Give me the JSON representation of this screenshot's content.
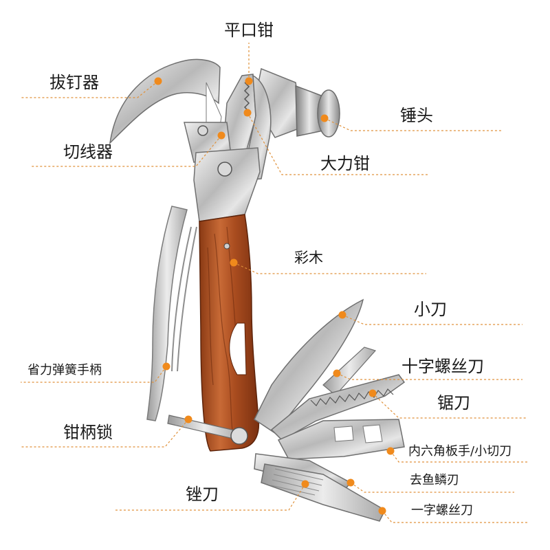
{
  "accent_color": "#f08a1c",
  "leader_color": "#e0913a",
  "labels": {
    "pingkouqian": "平口钳",
    "badingqi": "拔钉器",
    "chuitou": "锤头",
    "qiexianqi": "切线器",
    "dalIqian": "大力钳",
    "caimu": "彩木",
    "xiaodao": "小刀",
    "shengli": "省力弹簧手柄",
    "shizi": "十字螺丝刀",
    "judao": "锯刀",
    "qianbingsuo": "钳柄锁",
    "neiliujiao": "内六角板手/小切刀",
    "quyulin": "去鱼鳞刃",
    "cuodao": "锉刀",
    "yizi": "一字螺丝刀"
  }
}
